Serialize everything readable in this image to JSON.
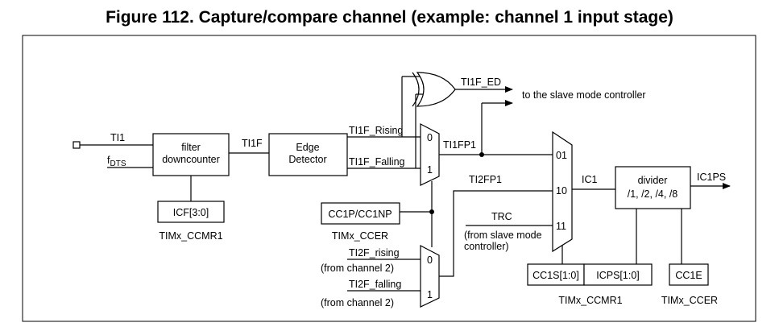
{
  "title": "Figure 112. Capture/compare channel (example: channel 1 input stage)",
  "signals": {
    "ti1": "TI1",
    "fdts_main": "f",
    "fdts_sub": "DTS",
    "ti1f": "TI1F",
    "ti1f_rising": "TI1F_Rising",
    "ti1f_falling": "TI1F_Falling",
    "ti1f_ed": "TI1F_ED",
    "slave_mode": "to the slave mode controller",
    "ti1fp1": "TI1FP1",
    "ti2fp1": "TI2FP1",
    "trc": "TRC",
    "trc_note_line1": "(from slave mode",
    "trc_note_line2": "controller)",
    "ti2f_rising": "TI2F_rising",
    "ti2f_rising_from": "(from channel 2)",
    "ti2f_falling": "TI2F_falling",
    "ti2f_falling_from": "(from channel 2)",
    "ic1": "IC1",
    "ic1ps": "IC1PS"
  },
  "blocks": {
    "filter_line1": "filter",
    "filter_line2": "downcounter",
    "edge_line1": "Edge",
    "edge_line2": "Detector",
    "divider_line1": "divider",
    "divider_line2": "/1, /2, /4, /8"
  },
  "registers": {
    "icf": "ICF[3:0]",
    "icf_reg": "TIMx_CCMR1",
    "cc1p": "CC1P/CC1NP",
    "cc1p_reg": "TIMx_CCER",
    "cc1s": "CC1S[1:0]",
    "icps": "ICPS[1:0]",
    "ccmr1_reg": "TIMx_CCMR1",
    "cc1e": "CC1E",
    "ccer_reg": "TIMx_CCER"
  },
  "mux_inputs": {
    "mux1_in0": "0",
    "mux1_in1": "1",
    "mux2_in0": "0",
    "mux2_in1": "1",
    "mux3_in01": "01",
    "mux3_in10": "10",
    "mux3_in11": "11"
  }
}
